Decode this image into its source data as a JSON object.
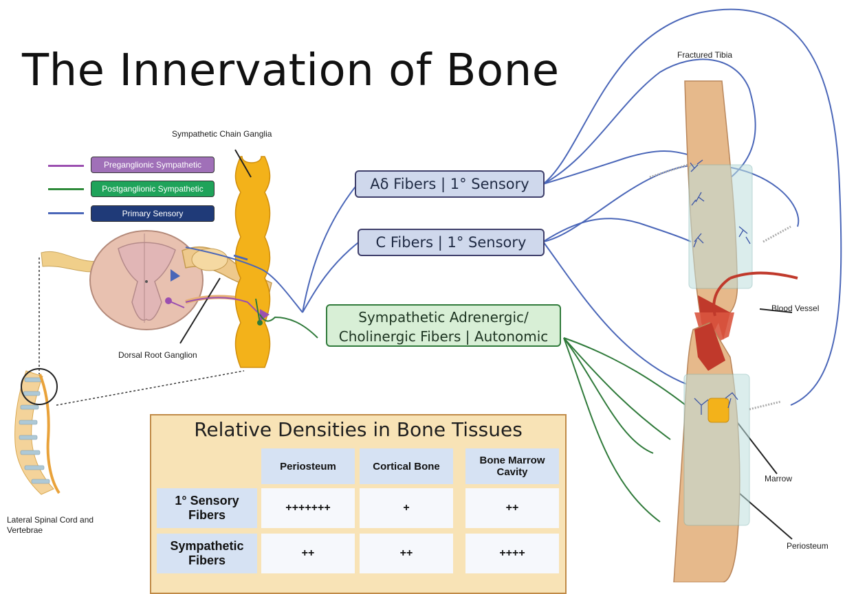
{
  "title": "The Innervation of Bone",
  "legend": [
    {
      "label": "Preganglionic Sympathetic",
      "color": "#9b4fb0",
      "box_color": "#a070b8"
    },
    {
      "label": "Postganglionic Sympathetic",
      "color": "#2f8a3a",
      "box_color": "#1fa35a"
    },
    {
      "label": "Primary Sensory",
      "color": "#4a66b8",
      "box_color": "#1f3a78"
    }
  ],
  "labels": {
    "sympathetic_chain_ganglia": "Sympathetic Chain Ganglia",
    "dorsal_root_ganglion": "Dorsal Root Ganglion",
    "lateral_spinal_cord": "Lateral Spinal Cord and Vertebrae",
    "fractured_tibia": "Fractured Tibia",
    "blood_vessel": "Blood Vessel",
    "marrow": "Marrow",
    "periosteum": "Periosteum"
  },
  "fiber_types": {
    "a_delta": "Aδ Fibers | 1° Sensory",
    "c_fibers": "C Fibers | 1° Sensory",
    "sympathetic_line1": "Sympathetic Adrenergic/",
    "sympathetic_line2": "Cholinergic Fibers | Autonomic"
  },
  "densities_table": {
    "title": "Relative Densities in Bone Tissues",
    "columns": [
      "Periosteum",
      "Cortical Bone",
      "Bone Marrow Cavity"
    ],
    "rows": [
      {
        "label": "1° Sensory Fibers",
        "values": [
          "+++++++",
          "+",
          "++"
        ]
      },
      {
        "label": "Sympathetic Fibers",
        "values": [
          "++",
          "++",
          "++++"
        ]
      }
    ]
  },
  "colors": {
    "sensory_line": "#4a66b8",
    "sympathetic_line": "#2f7a3a",
    "preganglionic_line": "#9b4fb0",
    "ganglia_chain": "#f3b21a",
    "bone_shaft": "#e6b98b",
    "periosteum_sleeve": "#bfe0de",
    "fracture_red": "#c0392b",
    "panel_bg": "#f8e3b6"
  }
}
